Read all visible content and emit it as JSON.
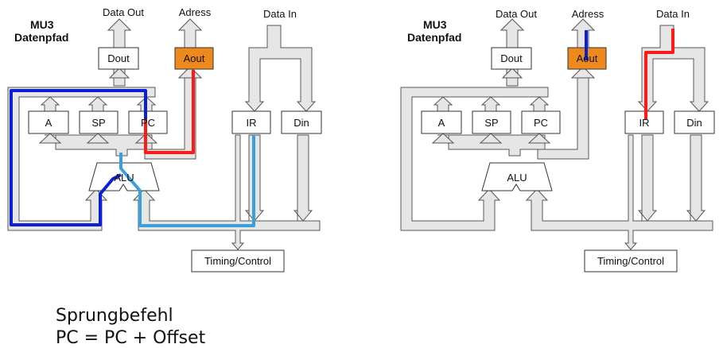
{
  "left": {
    "title_line1": "MU3",
    "title_line2": "Datenpfad",
    "labels": {
      "data_out": "Data Out",
      "adress": "Adress",
      "data_in": "Data In",
      "dout": "Dout",
      "aout": "Aout",
      "a": "A",
      "sp": "SP",
      "pc": "PC",
      "ir": "IR",
      "din": "Din",
      "alu": "ALU",
      "timing": "Timing/Control"
    }
  },
  "right": {
    "title_line1": "MU3",
    "title_line2": "Datenpfad",
    "labels": {
      "data_out": "Data Out",
      "adress": "Adress",
      "data_in": "Data In",
      "dout": "Dout",
      "aout": "Aout",
      "a": "A",
      "sp": "SP",
      "pc": "PC",
      "ir": "IR",
      "din": "Din",
      "alu": "ALU",
      "timing": "Timing/Control"
    }
  },
  "caption": {
    "line1": "Sprungbefehl",
    "line2": "PC = PC + Offset"
  },
  "colors": {
    "highlight_blue": "#0a1fd6",
    "highlight_red": "#ff1a1a",
    "highlight_lightblue": "#3aa0dc",
    "aout_fill": "#ee8a1d"
  }
}
